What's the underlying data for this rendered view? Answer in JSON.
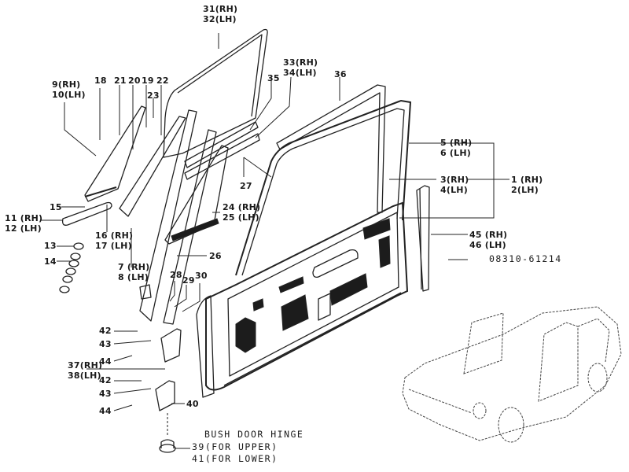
{
  "diagram": {
    "title": "Front Door Panel & Fittings - Exploded View",
    "labels": {
      "p31_32": [
        "31(RH)",
        "32(LH)"
      ],
      "p33_34": [
        "33(RH)",
        "34(LH)"
      ],
      "p35": "35",
      "p36": "36",
      "p9_10": [
        "9(RH)",
        "10(LH)"
      ],
      "p18": "18",
      "p21": "21",
      "p20": "20",
      "p19": "19",
      "p22": "22",
      "p23": "23",
      "p5_6": [
        "5 (RH)",
        "6 (LH)"
      ],
      "p3_4": [
        "3(RH)",
        "4(LH)"
      ],
      "p1_2": [
        "1 (RH)",
        "2(LH)"
      ],
      "p27": "27",
      "p15": "15",
      "p11_12": [
        "11 (RH)",
        "12 (LH)"
      ],
      "p16_17": [
        "16 (RH)",
        "17 (LH)"
      ],
      "p24_25": [
        "24 (RH)",
        "25 (LH)"
      ],
      "p13": "13",
      "p14": "14",
      "p26": "26",
      "p7_8": [
        "7 (RH)",
        "8 (LH)"
      ],
      "p28": "28",
      "p29": "29",
      "p30": "30",
      "p45_46": [
        "45 (RH)",
        "46 (LH)"
      ],
      "bolt_part_no": "08310-61214",
      "p42a": "42",
      "p43a": "43",
      "p44a": "44",
      "p37_38": [
        "37(RH)",
        "38(LH)"
      ],
      "p42b": "42",
      "p43b": "43",
      "p44b": "44",
      "p40": "40",
      "bush_title": "BUSH DOOR HINGE",
      "p39": "39(FOR UPPER)",
      "p41": "41(FOR LOWER)"
    }
  }
}
